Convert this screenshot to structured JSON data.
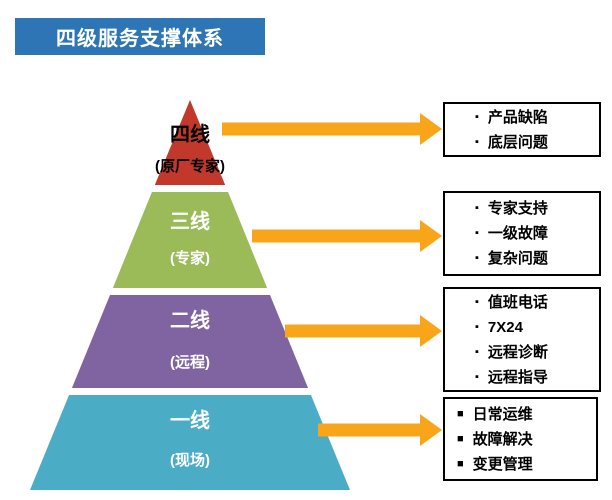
{
  "title": "四级服务支撑体系",
  "colors": {
    "title_bg": "#2e75b6",
    "arrow": "#f9a51a",
    "level_4": "#c2392b",
    "level_3": "#9bbb59",
    "level_2": "#8064a2",
    "level_1": "#4bacc6"
  },
  "pyramid": {
    "levels": [
      {
        "label": "四线",
        "sublabel": "(原厂专家)",
        "color": "#c2392b"
      },
      {
        "label": "三线",
        "sublabel": "(专家)",
        "color": "#9bbb59"
      },
      {
        "label": "二线",
        "sublabel": "(远程)",
        "color": "#8064a2"
      },
      {
        "label": "一线",
        "sublabel": "(现场)",
        "color": "#4bacc6"
      }
    ]
  },
  "boxes": [
    {
      "bullet": "▪",
      "items": [
        "产品缺陷",
        "底层问题"
      ]
    },
    {
      "bullet": "▪",
      "items": [
        "专家支持",
        "一级故障",
        "复杂问题"
      ]
    },
    {
      "bullet": "▪",
      "items": [
        "值班电话",
        "7X24",
        "远程诊断",
        "远程指导"
      ]
    },
    {
      "bullet": "■",
      "items": [
        "日常运维",
        "故障解决",
        "变更管理"
      ]
    }
  ]
}
